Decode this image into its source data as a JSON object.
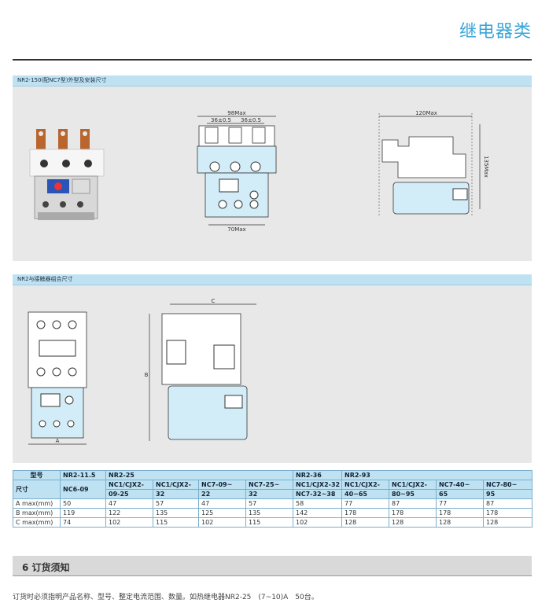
{
  "header": {
    "title": "继电器类"
  },
  "panel1": {
    "caption": "NR2-150(配NC7型)外型及安装尺寸",
    "front_dims": {
      "top": "98Max",
      "pitch1": "36±0.5",
      "pitch2": "36±0.5",
      "bottom": "70Max"
    },
    "side_dims": {
      "width": "120Max",
      "height": "135Max"
    }
  },
  "panel2": {
    "caption": "NR2与接触器组合尺寸",
    "labels": {
      "a": "A",
      "b": "B",
      "c": "C"
    }
  },
  "table": {
    "col_model": "型号",
    "col_size": "尺寸",
    "groups": [
      "NR2-11.5",
      "NR2-25",
      "NR2-36",
      "NR2-93"
    ],
    "subs": [
      [
        "NC6-09"
      ],
      [
        "NC1/CJX2-",
        "09-25"
      ],
      [
        "NC1/CJX2-",
        "32"
      ],
      [
        "NC7-09~",
        "22"
      ],
      [
        "NC7-25~",
        "32"
      ],
      [
        "NC1/CJX2-32",
        "NC7-32~38"
      ],
      [
        "NC1/CJX2-",
        "40~65"
      ],
      [
        "NC1/CJX2-",
        "80~95"
      ],
      [
        "NC7-40~",
        "65"
      ],
      [
        "NC7-80~",
        "95"
      ]
    ],
    "rows": [
      {
        "label": "A max(mm)",
        "values": [
          "50",
          "47",
          "57",
          "47",
          "57",
          "58",
          "77",
          "87",
          "77",
          "87"
        ]
      },
      {
        "label": "B max(mm)",
        "values": [
          "119",
          "122",
          "135",
          "125",
          "135",
          "142",
          "178",
          "178",
          "178",
          "178"
        ]
      },
      {
        "label": "C max(mm)",
        "values": [
          "74",
          "102",
          "115",
          "102",
          "115",
          "102",
          "128",
          "128",
          "128",
          "128"
        ]
      }
    ]
  },
  "section": {
    "title": "6 订货须知"
  },
  "order": {
    "text": "订货时必须指明产品名称、型号、整定电流范围、数量。如热继电器NR2-25　(7~10)A　50台。"
  },
  "colors": {
    "accent": "#3aa6d8",
    "panel_head": "#bfe2f3",
    "panel_bg": "#e8e8e8"
  }
}
